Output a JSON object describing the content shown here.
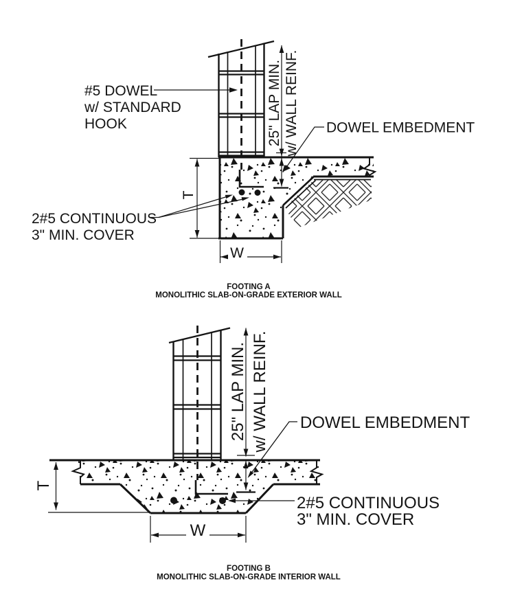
{
  "colors": {
    "ink": "#141414",
    "paper": "#ffffff"
  },
  "figures": [
    {
      "caption_title": "FOOTING A",
      "caption_subtitle": "MONOLITHIC SLAB-ON-GRADE EXTERIOR WALL",
      "labels": {
        "dowel_line1": "#5 DOWEL",
        "dowel_line2": "w/ STANDARD",
        "dowel_line3": "HOOK",
        "lap_line1": "25\" LAP MIN.",
        "lap_line2": "w/ WALL REINF.",
        "embedment": "DOWEL EMBEDMENT",
        "bars_line1": "2#5 CONTINUOUS",
        "bars_line2": "3\" MIN. COVER",
        "thickness": "T",
        "width": "W"
      }
    },
    {
      "caption_title": "FOOTING B",
      "caption_subtitle": "MONOLITHIC SLAB-ON-GRADE INTERIOR WALL",
      "labels": {
        "lap_line1": "25\" LAP MIN.",
        "lap_line2": "w/ WALL REINF.",
        "embedment": "DOWEL EMBEDMENT",
        "bars_line1": "2#5 CONTINUOUS",
        "bars_line2": "3\" MIN. COVER",
        "thickness": "T",
        "width": "W"
      }
    }
  ]
}
